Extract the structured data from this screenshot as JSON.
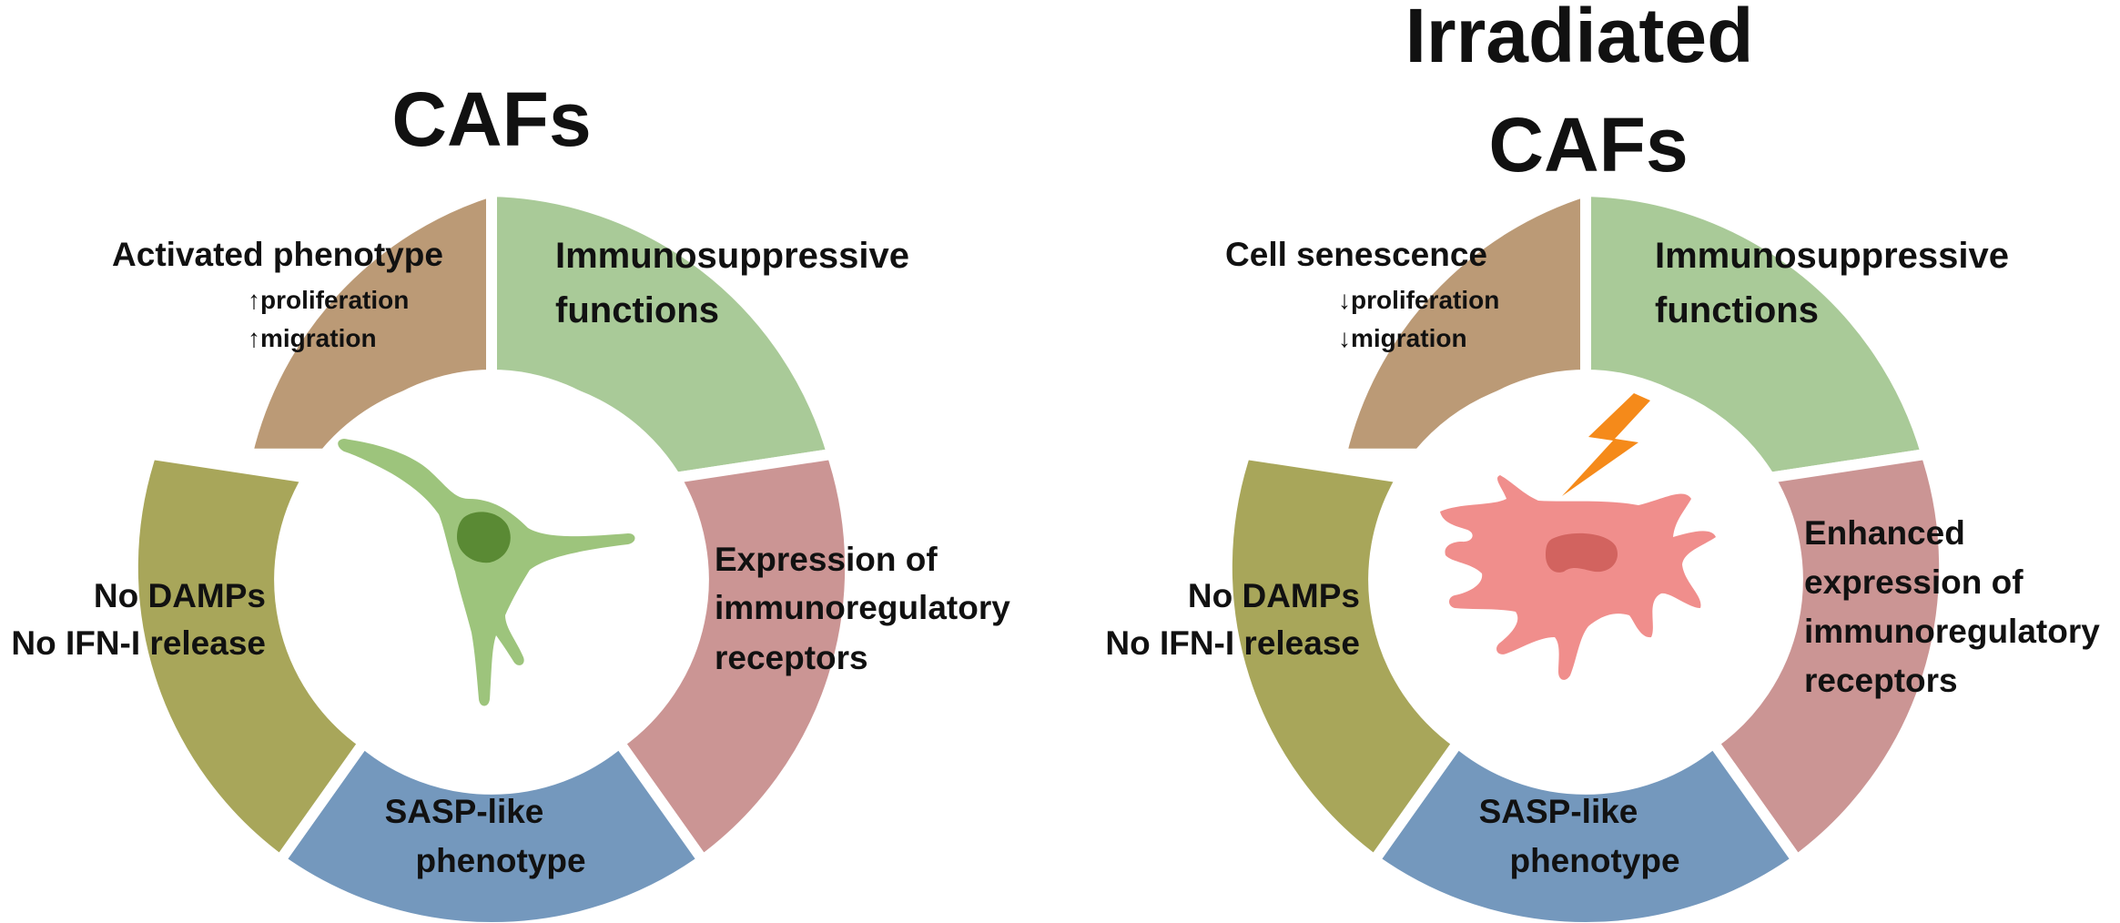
{
  "colors": {
    "brown": "#BB9A76",
    "green": "#A9CA98",
    "rose": "#CB9594",
    "blue": "#7498BD",
    "olive": "#A8A65A",
    "cell_green": "#9DC47C",
    "nucleus_green": "#5A8A34",
    "cell_red": "#F08E8C",
    "nucleus_red": "#D2635F",
    "bolt": "#F58A1A"
  },
  "panels": [
    {
      "title_lines": [
        "CAFs"
      ],
      "cell_icon": "fibroblast-icon",
      "segments": {
        "top_left": {
          "title": "Activated phenotype",
          "sub1": "↑proliferation",
          "sub2": "↑migration"
        },
        "top_right": [
          "Immunosuppressive",
          "functions"
        ],
        "right": [
          "Expression of",
          "immunoregulatory",
          "receptors"
        ],
        "bottom": [
          "SASP-like",
          "phenotype"
        ],
        "left": [
          "No DAMPs",
          "No IFN-I release"
        ]
      }
    },
    {
      "title_lines": [
        "Irradiated",
        "CAFs"
      ],
      "cell_icon": "irradiated-fibroblast-icon",
      "extra_icon": "lightning-bolt-icon",
      "segments": {
        "top_left": {
          "title": "Cell senescence",
          "sub1": "↓proliferation",
          "sub2": "↓migration"
        },
        "top_right": [
          "Immunosuppressive",
          "functions"
        ],
        "right": [
          "Enhanced",
          "expression of",
          "immunoregulatory",
          "receptors"
        ],
        "bottom": [
          "SASP-like",
          "phenotype"
        ],
        "left": [
          "No DAMPs",
          "No IFN-I release"
        ]
      }
    }
  ]
}
